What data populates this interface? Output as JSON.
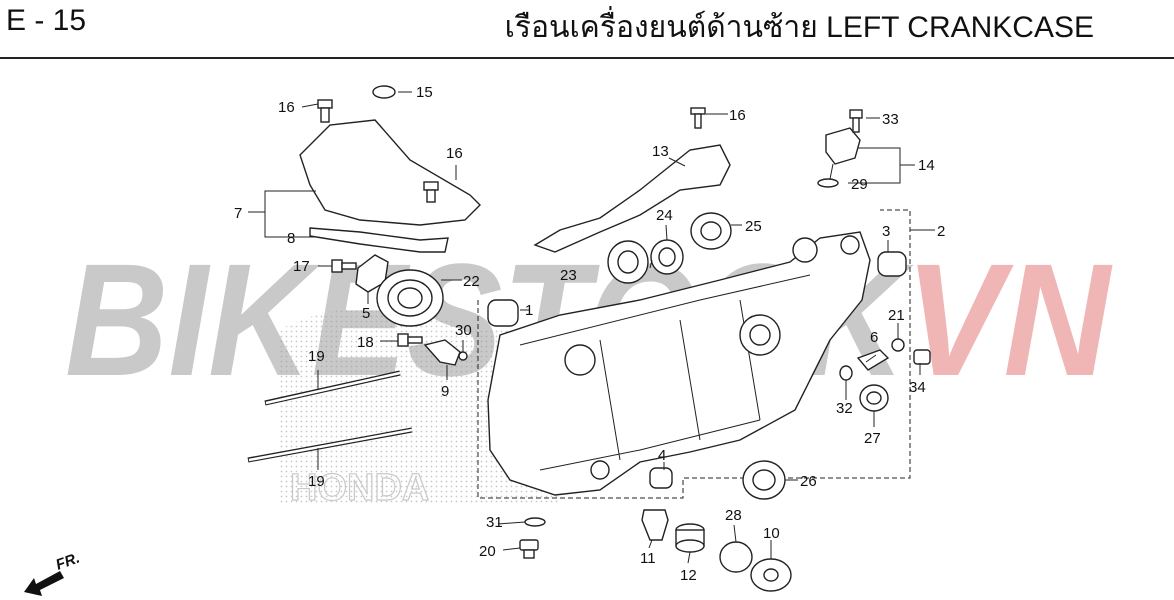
{
  "header": {
    "page_code": "E - 15",
    "title": "เรือนเครื่องยนต์ด้านซ้าย  LEFT CRANKCASE"
  },
  "watermark": {
    "text_gray": "BIKESTOCK",
    "text_red": "VN",
    "gray_color": "#c9c9c9",
    "red_color": "#f0b5b5",
    "hidden_logo": "HONDA"
  },
  "front_indicator": "FR.",
  "callouts": [
    "1",
    "2",
    "3",
    "4",
    "5",
    "6",
    "7",
    "8",
    "9",
    "10",
    "11",
    "12",
    "13",
    "14",
    "15",
    "16",
    "16",
    "16",
    "17",
    "18",
    "19",
    "19",
    "20",
    "21",
    "22",
    "23",
    "24",
    "25",
    "26",
    "27",
    "28",
    "29",
    "30",
    "31",
    "32",
    "33",
    "34"
  ]
}
